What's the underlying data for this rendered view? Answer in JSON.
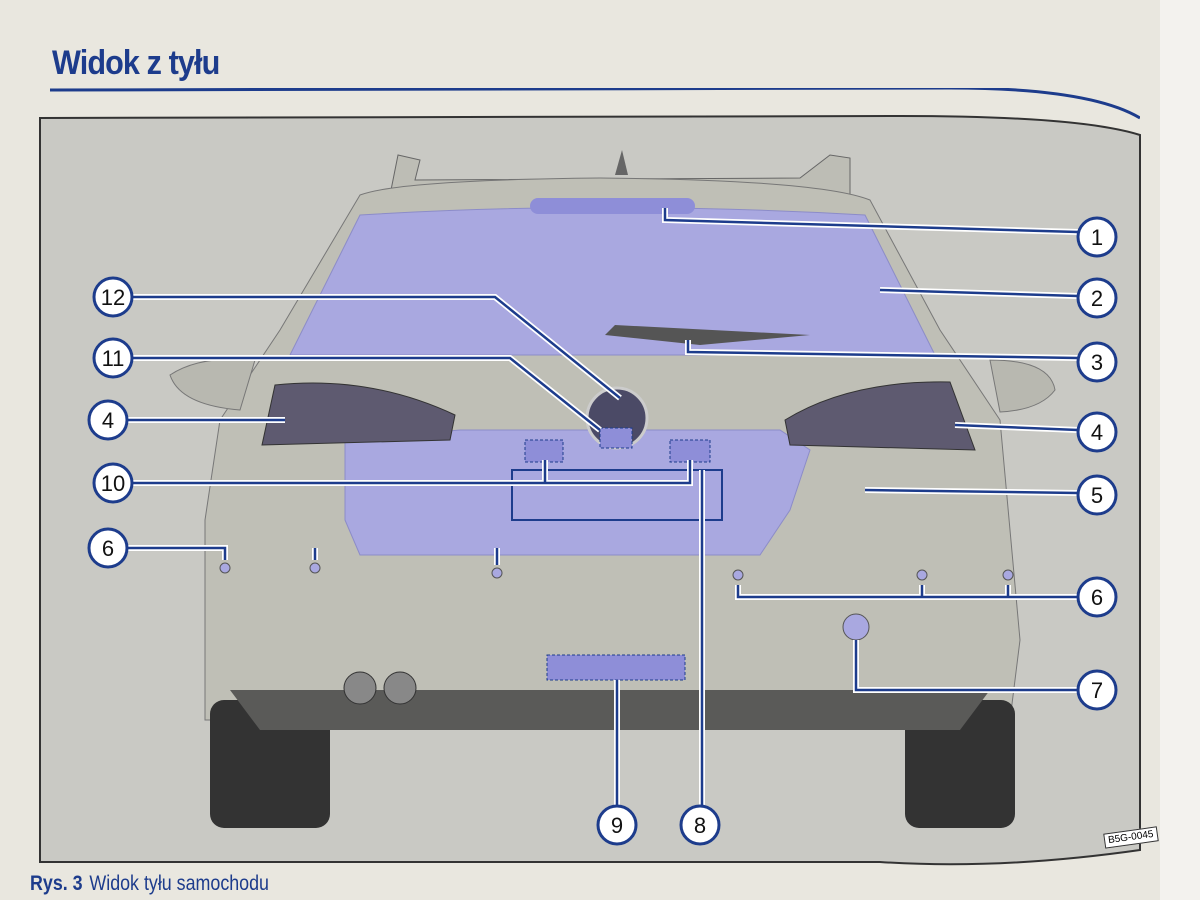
{
  "header": {
    "title": "Widok z tyłu"
  },
  "figure": {
    "code": "B5G-0045",
    "callouts": {
      "c1": "1",
      "c2": "2",
      "c3": "3",
      "c4r": "4",
      "c5": "5",
      "c6r": "6",
      "c7": "7",
      "c8": "8",
      "c9": "9",
      "c10": "10",
      "c11": "11",
      "c12": "12",
      "c4l": "4",
      "c6l": "6"
    },
    "colors": {
      "accent": "#1d3c8c",
      "highlight": "#a9a8e0",
      "panel": "#c9c9c4"
    }
  },
  "caption": {
    "label": "Rys. 3",
    "text": "Widok tyłu samochodu"
  }
}
